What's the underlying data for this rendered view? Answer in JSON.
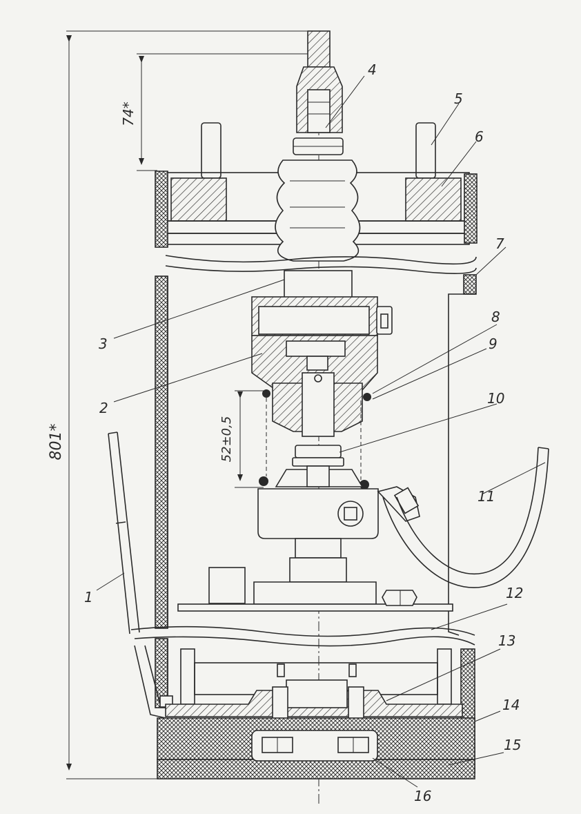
{
  "dimensions": {
    "height_total": "801*",
    "height_top": "74*",
    "gap": "52±0,5"
  },
  "callouts": [
    {
      "id": "c1",
      "label": "1"
    },
    {
      "id": "c2",
      "label": "2"
    },
    {
      "id": "c3",
      "label": "3"
    },
    {
      "id": "c4",
      "label": "4"
    },
    {
      "id": "c5",
      "label": "5"
    },
    {
      "id": "c6",
      "label": "6"
    },
    {
      "id": "c7",
      "label": "7"
    },
    {
      "id": "c8",
      "label": "8"
    },
    {
      "id": "c9",
      "label": "9"
    },
    {
      "id": "c10",
      "label": "10"
    },
    {
      "id": "c11",
      "label": "11"
    },
    {
      "id": "c12",
      "label": "12"
    },
    {
      "id": "c13",
      "label": "13"
    },
    {
      "id": "c14",
      "label": "14"
    },
    {
      "id": "c15",
      "label": "15"
    },
    {
      "id": "c16",
      "label": "16"
    }
  ],
  "colors": {
    "ink": "#2a2a2a",
    "paper": "#f4f4f1"
  }
}
